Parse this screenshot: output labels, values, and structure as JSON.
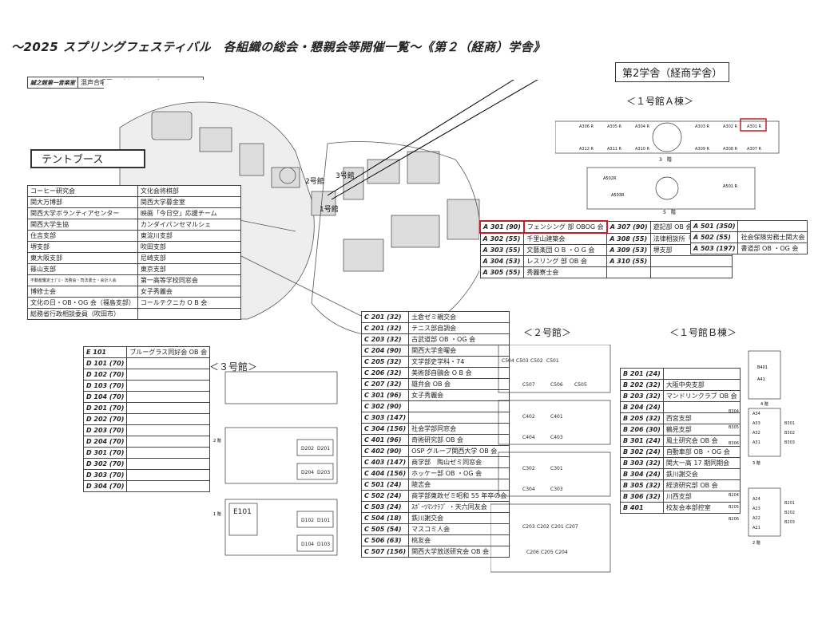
{
  "title": "〜2025 スプリングフェスティバル　各組織の総会・懇親会等開催一覧〜《第２（経商）学舎》",
  "top_left": {
    "label": "誠之館第一音楽室",
    "value": "混声合唱団ひびき OBOG 会"
  },
  "tent_booth_label": "テントブース",
  "tent_left": [
    "コーヒー研究会",
    "関大万博部",
    "関西大学ボランティアセンター",
    "関西大学生協",
    "住吉支部",
    "堺支部",
    "東大阪支部",
    "篠山支部",
    "不動産鑑定士ﾌﾟﾛ・法務会・司法書士・会計人会",
    "博修士会",
    "文化の日・OB・OG 会（福島支部）",
    "総務省行政相談委員（吹田市）"
  ],
  "tent_right": [
    "文化会将棋部",
    "関西大学募金室",
    "映画「今日空」応援チーム",
    "カンダイパンセマルシェ",
    "東淀川支部",
    "吹田支部",
    "尼崎支部",
    "東京支部",
    "第一高等学校同窓会",
    "女子秀麗会",
    "コールテクニカ O B 会",
    ""
  ],
  "building2_label": "第2学舎（経商学舎）",
  "map_labels": {
    "b3": "3号館",
    "b2": "2号館",
    "b1": "1号館"
  },
  "b1a": {
    "heading": "＜１号館Ａ棟＞",
    "floor3": "3　階",
    "floor5": "5　階",
    "rooms3_top": [
      "A306 R",
      "A305 R",
      "A304 R",
      "A303 R",
      "A302 R",
      "A301 R"
    ],
    "rooms3_bottom": [
      "A312 R",
      "A311 R",
      "A310 R",
      "A309 R",
      "A308 R",
      "A307 R"
    ],
    "rooms5": [
      "A502R",
      "A503R",
      "A501 R"
    ],
    "table": [
      [
        "A 301 (90)",
        "フェンシング 部 OBOG 会",
        "A 307 (90)",
        "遊記部 OB 会"
      ],
      [
        "A 302 (55)",
        "千里山建築会",
        "A 308 (55)",
        "法律相談所「法窓会」"
      ],
      [
        "A 303 (55)",
        "文藝楽団 O B ・O G 会",
        "A 309 (53)",
        "堺支部"
      ],
      [
        "A 304 (53)",
        "レスリング 部 OB 会",
        "A 310 (55)",
        ""
      ],
      [
        "A 305 (55)",
        "秀麗寮士会",
        "",
        ""
      ]
    ],
    "table5": [
      [
        "A 501 (350)",
        ""
      ],
      [
        "A 502 (55)",
        "社会保険労務士関大会"
      ],
      [
        "A 503 (197)",
        "書道部 OB ・OG 会"
      ]
    ]
  },
  "b3": {
    "heading": "＜３号館＞",
    "floor2": "2 階",
    "floor1": "1 階",
    "rooms": [
      "D202",
      "D201",
      "D204",
      "D203",
      "E101",
      "D102",
      "D101",
      "D104",
      "D103"
    ],
    "table": [
      [
        "E 101",
        "ブルーグラス同好会 OB 会"
      ],
      [
        "D 101 (70)",
        ""
      ],
      [
        "D 102 (70)",
        ""
      ],
      [
        "D 103 (70)",
        ""
      ],
      [
        "D 104 (70)",
        ""
      ],
      [
        "D 201 (70)",
        ""
      ],
      [
        "D 202 (70)",
        ""
      ],
      [
        "D 203 (70)",
        ""
      ],
      [
        "D 204 (70)",
        ""
      ],
      [
        "D 301 (70)",
        ""
      ],
      [
        "D 302 (70)",
        ""
      ],
      [
        "D 303 (70)",
        ""
      ],
      [
        "D 304 (70)",
        ""
      ]
    ]
  },
  "c_table": [
    [
      "C 201 (32)",
      "土倉ゼミ親交会"
    ],
    [
      "C 201 (32)",
      "テニス部自調会"
    ],
    [
      "C 203 (32)",
      "古武道部 OB ・OG 会"
    ],
    [
      "C 204 (90)",
      "関西大学金曜会"
    ],
    [
      "C 205 (32)",
      "文学部史学科・74"
    ],
    [
      "C 206 (32)",
      "美術部自鷗会 O B 会"
    ],
    [
      "C 207 (32)",
      "雄弁会 OB 会"
    ],
    [
      "C 301 (96)",
      "女子秀麗会"
    ],
    [
      "C 302 (90)",
      ""
    ],
    [
      "C 303 (147)",
      ""
    ],
    [
      "C 304 (156)",
      "社会学部同窓会"
    ],
    [
      "C 401 (96)",
      "奇術研究部 OB 会"
    ],
    [
      "C 402 (90)",
      "OSP グループ関西大学 OB 会"
    ],
    [
      "C 403 (147)",
      "商学部　陶山ゼミ同窓会"
    ],
    [
      "C 404 (156)",
      "ホッケー部 OB ・OG 会"
    ],
    [
      "C 501 (24)",
      "陵志会"
    ],
    [
      "C 502 (24)",
      "商学部東政ゼミ昭和 55 年卒の会"
    ],
    [
      "C 503 (24)",
      "ｽﾎﾟｰﾂﾏﾝｸﾗﾌﾞ ・天六同友会"
    ],
    [
      "C 504 (18)",
      "鉄川謝交会"
    ],
    [
      "C 505 (54)",
      "マスコミ人会"
    ],
    [
      "C 506 (63)",
      "桃友会"
    ],
    [
      "C 507 (156)",
      "関西大学放送研究会 OB 会"
    ]
  ],
  "b2": {
    "heading": "＜２号館＞",
    "rooms": [
      "C504",
      "C503",
      "C502",
      "C501",
      "C507",
      "C506",
      "C505",
      "C402",
      "C401",
      "C404",
      "C403",
      "C302",
      "C301",
      "C304",
      "C303",
      "C203",
      "C202",
      "C201",
      "C207",
      "C206",
      "C205",
      "C204"
    ]
  },
  "b1b": {
    "heading": "＜１号館Ｂ棟＞",
    "floor4": "4 階",
    "floor3": "3 階",
    "floor2": "2 階",
    "rooms": [
      "B401",
      "A41",
      "B304",
      "B305",
      "B306",
      "A34",
      "A33",
      "A32",
      "A31",
      "B301",
      "B302",
      "B303",
      "B204",
      "B205",
      "B206",
      "A24",
      "A23",
      "A22",
      "A21",
      "B201",
      "B202",
      "B203"
    ],
    "table": [
      [
        "B 201 (24)",
        ""
      ],
      [
        "B 202 (32)",
        "大阪中央支部"
      ],
      [
        "B 203 (32)",
        "マンドリンクラブ OB 会"
      ],
      [
        "B 204 (24)",
        ""
      ],
      [
        "B 205 (32)",
        "西宮支部"
      ],
      [
        "B 206 (30)",
        "鶴見支部"
      ],
      [
        "B 301 (24)",
        "風土研究会 OB 会"
      ],
      [
        "B 302 (24)",
        "自動車部 OB ・OG 会"
      ],
      [
        "B 303 (32)",
        "関大一高 17 期同期会"
      ],
      [
        "B 304 (24)",
        "鉄川謝交会"
      ],
      [
        "B 305 (32)",
        "経済研究部 OB 会"
      ],
      [
        "B 306 (32)",
        "川西支部"
      ],
      [
        "B 401",
        "校友会本部控室"
      ]
    ]
  },
  "colors": {
    "highlight": "#c0202a"
  }
}
